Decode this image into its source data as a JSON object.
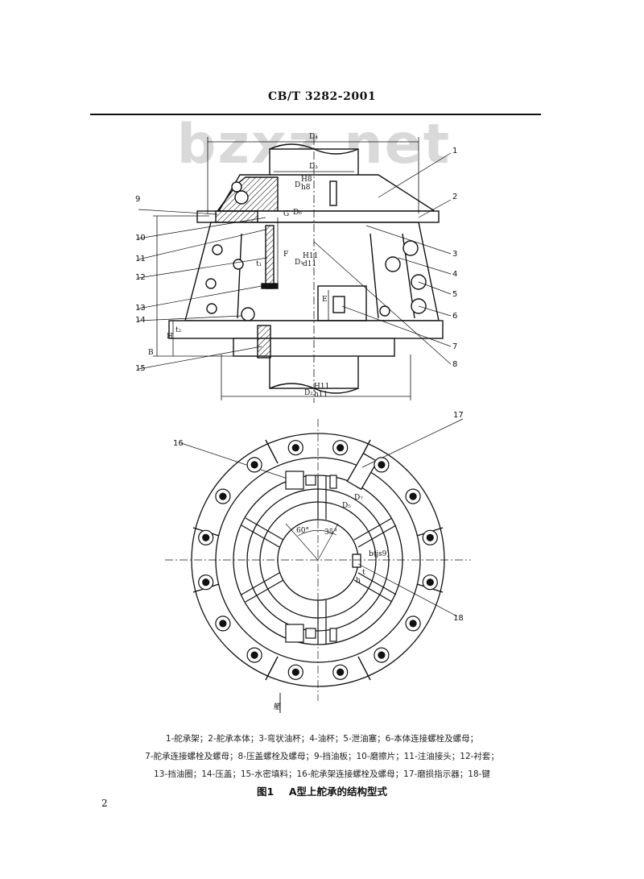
{
  "header": {
    "standard_code": "CB/T 3282-2001"
  },
  "watermark": "bzxz.net",
  "top_view": {
    "callouts": [
      "1",
      "2",
      "3",
      "4",
      "5",
      "6",
      "7",
      "8",
      "9",
      "10",
      "11",
      "12",
      "13",
      "14",
      "15"
    ],
    "dims": {
      "d4": "D₄",
      "d3": "D₃",
      "d_h8": "D",
      "d_h8_sup": "H8",
      "d_h8_sub": "h8",
      "d6": "D₆",
      "d1": "D₁",
      "d1_sup": "H11",
      "d1_sub": "d11",
      "d2": "D₂",
      "d2_sup": "H11",
      "d2_sub": "h11",
      "f": "F",
      "g": "G",
      "e": "E",
      "b": "B",
      "h": "H",
      "t1": "t₁",
      "t2": "t₂"
    }
  },
  "plan_view": {
    "callouts": [
      "16",
      "17",
      "18"
    ],
    "angle_60": "60°",
    "angle_35": "35°",
    "dims": {
      "d5": "D₅",
      "d7": "D₇",
      "b_js9": "b(js9)",
      "t": "t",
      "h": "h"
    },
    "bow_mark": "艏"
  },
  "legend": {
    "line1": "1-舵承架；2-舵承本体；3-弯状油杯；4-油杯；5-泄油塞；6-本体连接螺栓及螺母；",
    "line2": "7-舵承连接螺栓及螺母；8-压盖螺栓及螺母；9-挡油板；10-磨擦片；11-注油接头；12-衬套；",
    "line3": "13-挡油圈；14-压盖；15-水密填料；16-舵承架连接螺栓及螺母；17-磨损指示器；18-键"
  },
  "figure": {
    "number": "图1",
    "title": "A型上舵承的结构型式"
  },
  "page_number": "2"
}
